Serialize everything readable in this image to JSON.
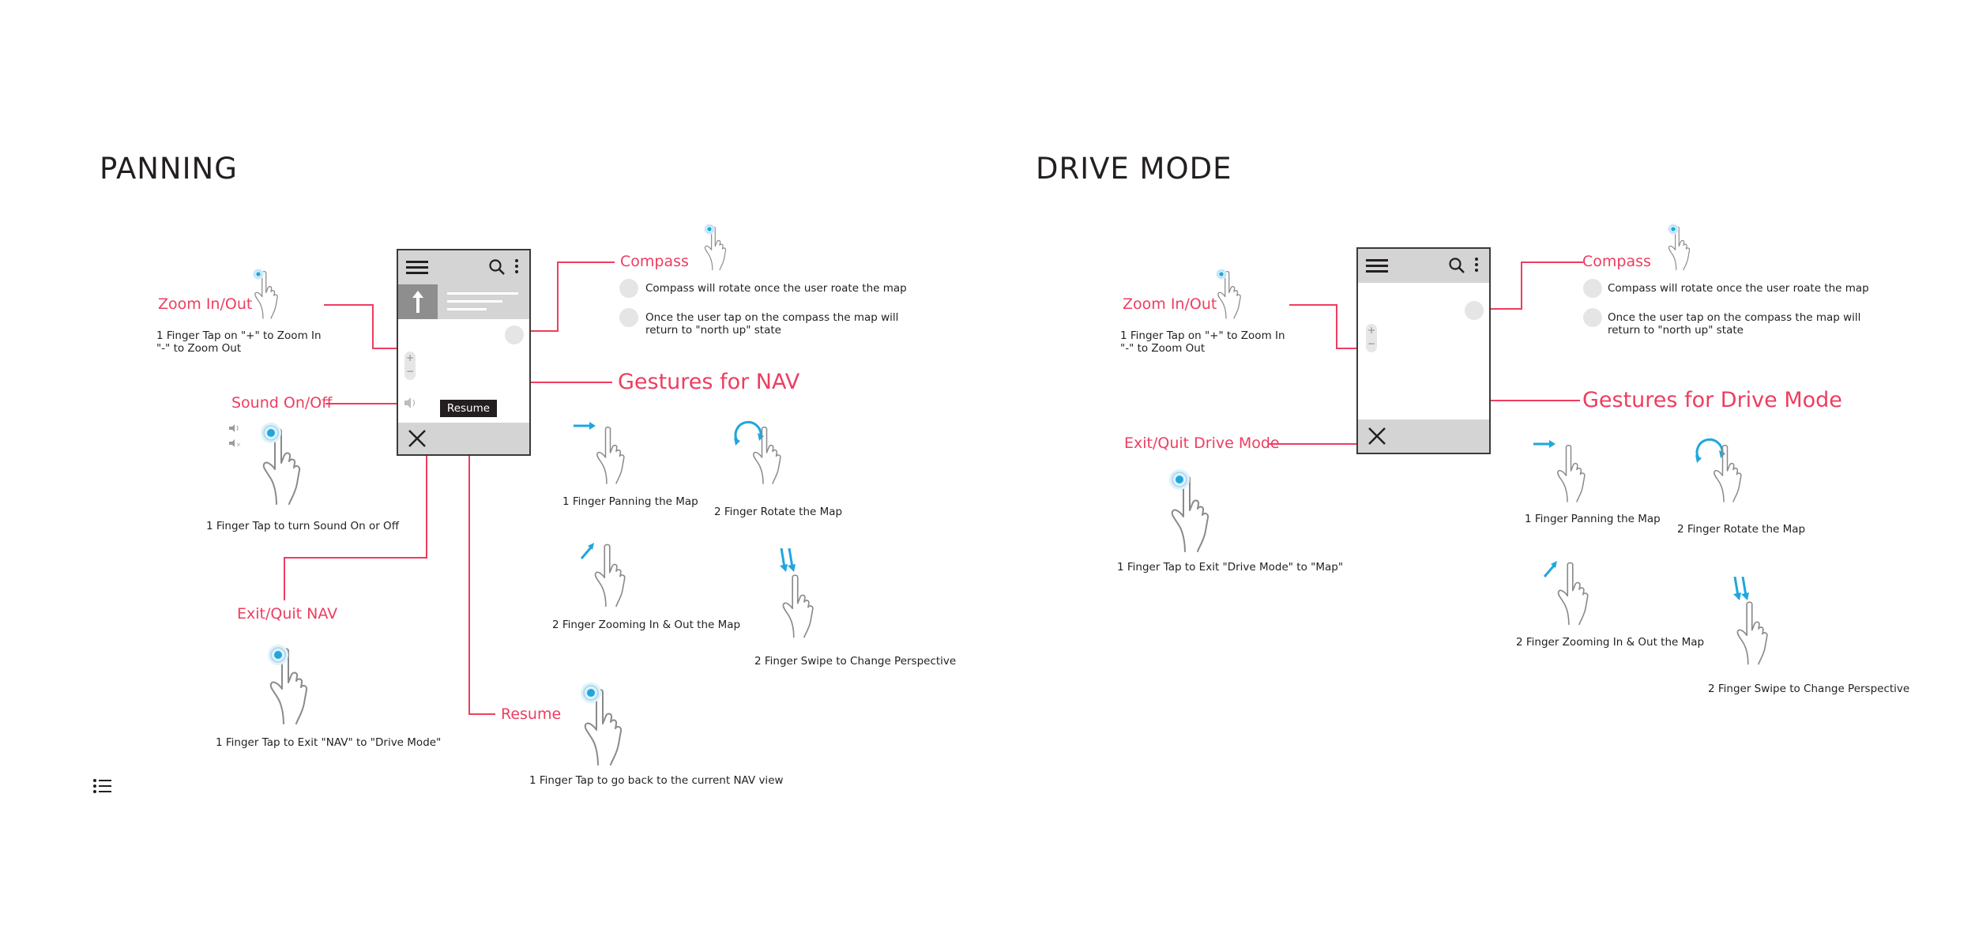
{
  "panning": {
    "title": "PANNING",
    "zoom": {
      "label": "Zoom In/Out",
      "caption_1": "1 Finger Tap on \"+\" to Zoom In",
      "caption_2": "\"-\" to Zoom Out"
    },
    "sound": {
      "label": "Sound On/Off",
      "caption": "1 Finger Tap to turn Sound On or Off"
    },
    "exit": {
      "label": "Exit/Quit NAV",
      "caption": "1 Finger Tap to Exit \"NAV\" to \"Drive Mode\""
    },
    "resume": {
      "label": "Resume",
      "button": "Resume",
      "caption": "1 Finger Tap to go back to the current NAV view"
    },
    "compass": {
      "label": "Compass",
      "note_1": "Compass will rotate once the user roate the map",
      "note_2a": "Once the user tap on the compass the map will",
      "note_2b": "return to \"north up\" state"
    },
    "gestures": {
      "label": "Gestures for NAV",
      "pan": "1 Finger Panning the Map",
      "rotate": "2 Finger Rotate the Map",
      "zoom": "2 Finger Zooming In & Out the Map",
      "swipe": "2 Finger Swipe to Change Perspective"
    }
  },
  "drive": {
    "title": "DRIVE MODE",
    "zoom": {
      "label": "Zoom In/Out",
      "caption_1": "1 Finger Tap on \"+\" to Zoom In",
      "caption_2": "\"-\" to Zoom Out"
    },
    "exit": {
      "label": "Exit/Quit Drive Mode",
      "caption": "1 Finger Tap to Exit \"Drive Mode\" to \"Map\""
    },
    "compass": {
      "label": "Compass",
      "note_1": "Compass will rotate once the user roate the map",
      "note_2a": "Once the user tap on the compass the map will",
      "note_2b": "return to \"north up\" state"
    },
    "gestures": {
      "label": "Gestures for Drive Mode",
      "pan": "1 Finger Panning the Map",
      "rotate": "2 Finger Rotate the Map",
      "zoom": "2 Finger Zooming In & Out the Map",
      "swipe": "2 Finger Swipe to Change Perspective"
    }
  },
  "icons": {
    "hamburger": "hamburger-menu-icon",
    "search": "search-icon",
    "more": "more-vertical-icon",
    "up_arrow": "up-arrow-icon",
    "close": "close-x-icon",
    "speaker": "speaker-icon",
    "toc": "table-of-contents-icon",
    "hand": "hand-gesture-icon"
  },
  "colors": {
    "accent": "#ee3d5f",
    "gesture_blue": "#1fa6de",
    "phone_gray": "#d4d4d4",
    "text": "#231f20"
  }
}
